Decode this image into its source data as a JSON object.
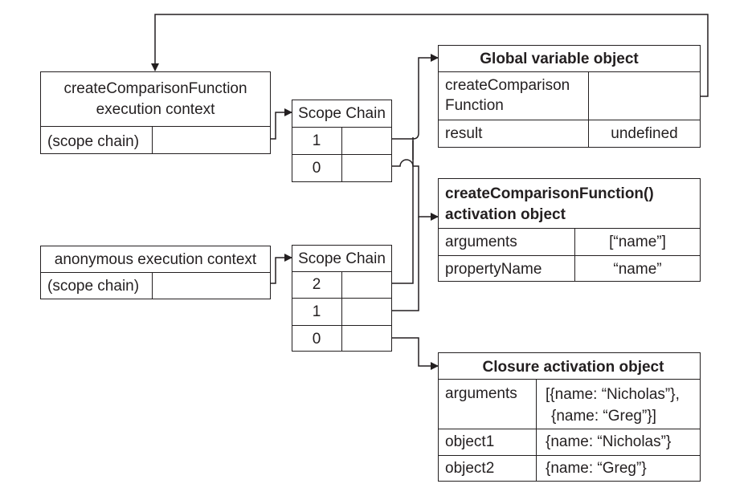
{
  "exec_ctx_1": {
    "title_line1": "createComparisonFunction",
    "title_line2": "execution context",
    "row_label": "(scope chain)"
  },
  "exec_ctx_2": {
    "title": "anonymous execution context",
    "row_label": "(scope chain)"
  },
  "scope_chain_1": {
    "title": "Scope Chain",
    "indices": [
      "1",
      "0"
    ]
  },
  "scope_chain_2": {
    "title": "Scope Chain",
    "indices": [
      "2",
      "1",
      "0"
    ]
  },
  "global_object": {
    "title": "Global variable object",
    "rows": [
      {
        "name_line1": "createComparison",
        "name_line2": "Function",
        "value": ""
      },
      {
        "name": "result",
        "value": "undefined"
      }
    ]
  },
  "activation_object": {
    "title_line1": "createComparisonFunction()",
    "title_line2": "activation object",
    "rows": [
      {
        "name": "arguments",
        "value": "[“name”]"
      },
      {
        "name": "propertyName",
        "value": "“name”"
      }
    ]
  },
  "closure_object": {
    "title": "Closure activation object",
    "rows": [
      {
        "name": "arguments",
        "value_line1": "[{name: “Nicholas”},",
        "value_line2": "{name: “Greg”}]"
      },
      {
        "name": "object1",
        "value": "{name: “Nicholas”}"
      },
      {
        "name": "object2",
        "value": "{name: “Greg”}"
      }
    ]
  },
  "colors": {
    "line": "#231f20",
    "background": "#ffffff"
  }
}
